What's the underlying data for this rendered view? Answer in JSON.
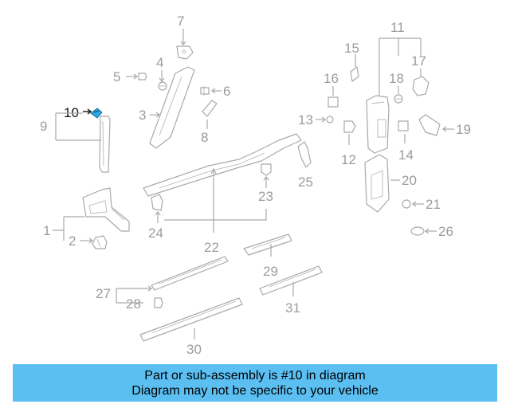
{
  "callouts": {
    "n1": "1",
    "n2": "2",
    "n3": "3",
    "n4": "4",
    "n5": "5",
    "n6": "6",
    "n7": "7",
    "n8": "8",
    "n9": "9",
    "n10": "10",
    "n11": "11",
    "n12": "12",
    "n13": "13",
    "n14": "14",
    "n15": "15",
    "n16": "16",
    "n17": "17",
    "n18": "18",
    "n19": "19",
    "n20": "20",
    "n21": "21",
    "n22": "22",
    "n23": "23",
    "n24": "24",
    "n25": "25",
    "n26": "26",
    "n27": "27",
    "n28": "28",
    "n29": "29",
    "n30": "30",
    "n31": "31"
  },
  "highlighted_part": "10",
  "colors": {
    "highlight": "#2aa8e0",
    "banner": "#5bbff2",
    "linework": "#a9a9a9"
  },
  "banner": {
    "line1": "Part or sub-assembly is #10 in diagram",
    "line2": "Diagram may not be specific to your vehicle"
  }
}
